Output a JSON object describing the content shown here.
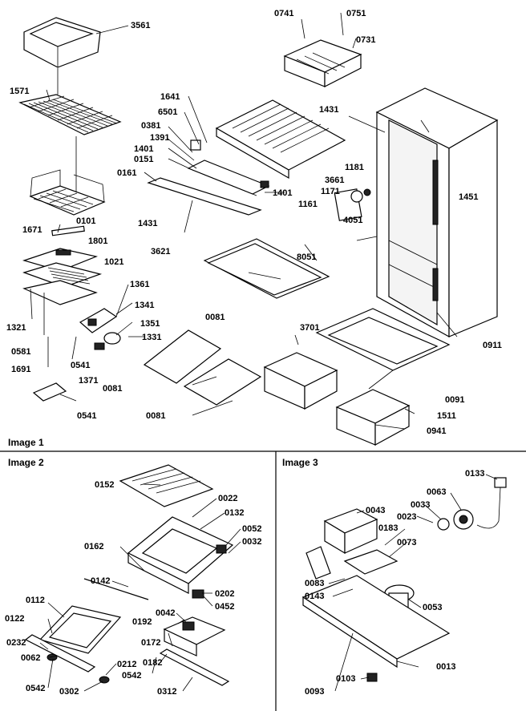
{
  "panels": [
    {
      "id": "image1",
      "caption": "Image 1"
    },
    {
      "id": "image2",
      "caption": "Image 2"
    },
    {
      "id": "image3",
      "caption": "Image 3"
    }
  ],
  "labels": {
    "p0741": "0741",
    "p0751": "0751",
    "p0731": "0731",
    "p3561": "3561",
    "p1571": "1571",
    "p1641": "1641",
    "p6501": "6501",
    "p0381": "0381",
    "p1391": "1391",
    "p1401a": "1401",
    "p0151": "0151",
    "p0161": "0161",
    "p1431a": "1431",
    "p1431b": "1431",
    "p1181": "1181",
    "p3661": "3661",
    "p1171": "1171",
    "p1451": "1451",
    "p1401b": "1401",
    "p1161": "1161",
    "p4051": "4051",
    "p1671": "1671",
    "p0101": "0101",
    "p3621": "3621",
    "p1801": "1801",
    "p8051": "8051",
    "p1021": "1021",
    "p1361": "1361",
    "p0081a": "0081",
    "p1341": "1341",
    "p1321": "1321",
    "p3701": "3701",
    "p1351": "1351",
    "p0581": "0581",
    "p1331": "1331",
    "p0911": "0911",
    "p0541a": "0541",
    "p1691": "1691",
    "p0081b": "0081",
    "p0091": "0091",
    "p1371": "1371",
    "p1511": "1511",
    "p0541b": "0541",
    "p0081c": "0081",
    "p0941": "0941",
    "p0152": "0152",
    "p0022": "0022",
    "p0132": "0132",
    "p0052": "0052",
    "p0032": "0032",
    "p0162": "0162",
    "p0142": "0142",
    "p0202": "0202",
    "p0452": "0452",
    "p0112": "0112",
    "p0042": "0042",
    "p0122": "0122",
    "p0192": "0192",
    "p0232": "0232",
    "p0172": "0172",
    "p0062": "0062",
    "p0212": "0212",
    "p0542a": "0542",
    "p0182": "0182",
    "p0542b": "0542",
    "p0302": "0302",
    "p0312": "0312",
    "p0133": "0133",
    "p0063": "0063",
    "p0043": "0043",
    "p0033": "0033",
    "p0023": "0023",
    "p0183": "0183",
    "p0073": "0073",
    "p0083": "0083",
    "p0143": "0143",
    "p0053": "0053",
    "p0093": "0093",
    "p0013": "0013",
    "p0103": "0103"
  }
}
